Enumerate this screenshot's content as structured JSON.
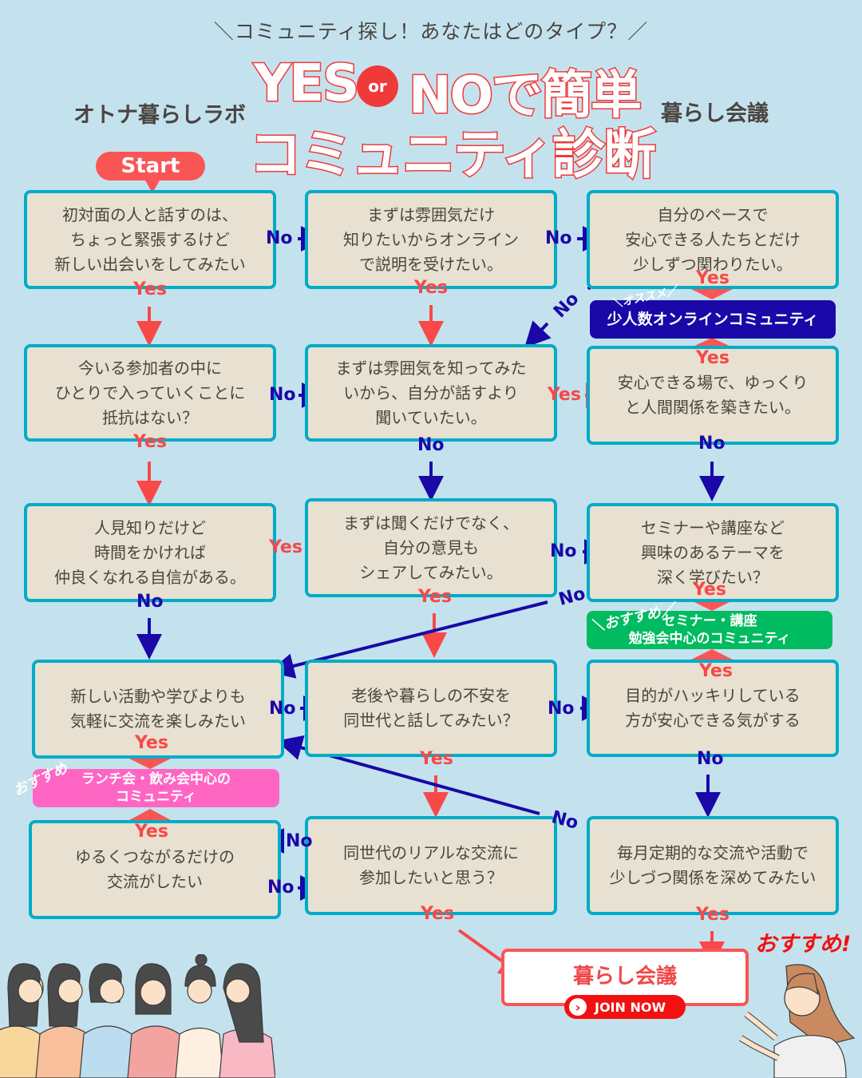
{
  "header": {
    "subtitle": "＼コミュニティ探し！あなたはどのタイプ？／",
    "brand_left": "オトナ暮らしラボ",
    "brand_right": "暮らし会議",
    "title_yes": "YES",
    "title_or": "or",
    "title_no": "NOで簡単",
    "title_line2": "コミュニティ診断"
  },
  "start_label": "Start",
  "questions": {
    "q1": "初対面の人と話すのは、\nちょっと緊張するけど\n新しい出会いをしてみたい",
    "q2": "まずは雰囲気だけ\n知りたいからオンライン\nで説明を受けたい。",
    "q3": "自分のペースで\n安心できる人たちとだけ\n少しずつ関わりたい。",
    "q4": "今いる参加者の中に\nひとりで入っていくことに\n抵抗はない？",
    "q5": "まずは雰囲気を知ってみた\nいから、自分が話すより\n聞いていたい。",
    "q6": "安心できる場で、ゆっくり\nと人間関係を築きたい。",
    "q7": "人見知りだけど\n時間をかければ\n仲良くなれる自信がある。",
    "q8": "まずは聞くだけでなく、\n自分の意見も\nシェアしてみたい。",
    "q9": "セミナーや講座など\n興味のあるテーマを\n深く学びたい？",
    "q10": "新しい活動や学びよりも\n気軽に交流を楽しみたい",
    "q11": "老後や暮らしの不安を\n同世代と話してみたい？",
    "q12": "目的がハッキリしている\n方が安心できる気がする",
    "q13": "ゆるくつながるだけの\n交流がしたい",
    "q14": "同世代のリアルな交流に\n参加したいと思う？",
    "q15": "毎月定期的な交流や活動で\n少しづつ関係を深めてみたい"
  },
  "labels": {
    "yes": "Yes",
    "no": "No"
  },
  "results": {
    "online": {
      "tag": "＼オススメ／",
      "label": "少人数オンラインコミュニティ",
      "color": "#1a08a8"
    },
    "seminar": {
      "tag": "＼おすすめ／",
      "label": "セミナー・講座\n勉強会中心のコミュニティ",
      "color": "#00bb60"
    },
    "lunch": {
      "tag": "おすすめ",
      "label": "ランチ会・飲み会中心の\nコミュニティ",
      "color": "#ff66c4"
    }
  },
  "cta": {
    "title": "暮らし会議",
    "button": "JOIN NOW",
    "recommend": "おすすめ!"
  },
  "colors": {
    "yes": "#f84848",
    "no": "#1a08a8",
    "box_border": "#00acc8",
    "box_bg": "#e8e0d0",
    "background": "#c4e2ee"
  }
}
